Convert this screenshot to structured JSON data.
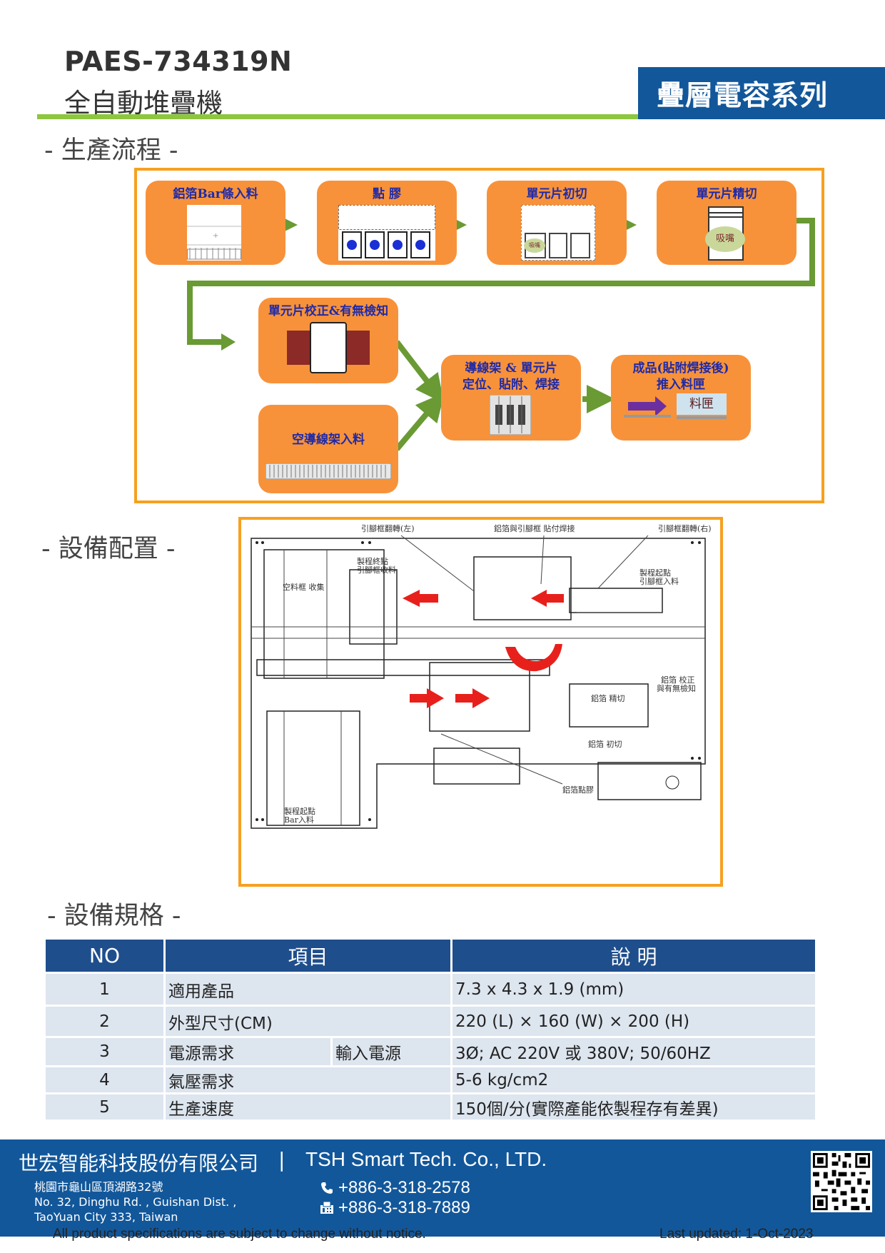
{
  "header": {
    "model": "PAES-734319N",
    "name": "全自動堆疊機",
    "series": "疊層電容系列"
  },
  "sections": {
    "flow": "- 生產流程 -",
    "layout": "- 設備配置 -",
    "specs": "- 設備規格 -"
  },
  "flow": {
    "steps": [
      "鋁箔Bar條入料",
      "點 膠",
      "單元片初切",
      "單元片精切",
      "單元片校正&有無檢知",
      "空導線架入料",
      "導線架 & 單元片",
      "定位、貼附、焊接",
      "成品(貼附焊接後)",
      "推入料匣"
    ],
    "small_labels": {
      "suction_1": "吸嘴",
      "suction_2": "吸嘴",
      "magazine": "料匣"
    }
  },
  "layout": {
    "labels": [
      "引腳框翻轉(左)",
      "鋁箔與引腳框 貼付焊接",
      "引腳框翻轉(右)",
      "製程終點",
      "引腳框收料",
      "空料框 收集",
      "製程起點",
      "引腳框入料",
      "鋁箔 校正",
      "與有無檢知",
      "鋁箔 精切",
      "鋁箔 初切",
      "鋁箔點膠",
      "製程起點",
      "Bar入料"
    ]
  },
  "spec_table": {
    "headers": [
      "NO",
      "項目",
      "說 明"
    ],
    "rows": [
      {
        "no": "1",
        "item": "適用產品",
        "sub": "",
        "desc": " 7.3 x 4.3 x 1.9 (mm)"
      },
      {
        "no": "2",
        "item": "外型尺寸(CM)",
        "sub": "",
        "desc": "220 (L) × 160 (W) × 200 (H)"
      },
      {
        "no": "3",
        "item": "電源需求",
        "sub": "輸入電源",
        "desc": "3Ø;  AC 220V 或 380V;  50/60HZ"
      },
      {
        "no": "4",
        "item": "氣壓需求",
        "sub": "",
        "desc": "5-6 kg/cm2"
      },
      {
        "no": "5",
        "item": "生產速度",
        "sub": "",
        "desc": "150個/分(實際產能依製程存有差異)"
      }
    ]
  },
  "footer": {
    "company_zh": "世宏智能科技股份有限公司",
    "separator": "|",
    "company_en": "TSH Smart Tech. Co., LTD.",
    "address": [
      "桃園市龜山區頂湖路32號",
      "No. 32, Dinghu Rd. , Guishan Dist. ,",
      "TaoYuan City 333, Taiwan"
    ],
    "phone": "+886-3-318-2578",
    "fax": "+886-3-318-7889",
    "notice": "All product specifications are subject to change without notice.",
    "updated": "Last updated: 1-Oct-2023"
  },
  "colors": {
    "brand_blue": "#12579a",
    "table_header": "#1f4e8c",
    "table_row": "#dde5ef",
    "accent_green": "#8dc63f",
    "flow_orange": "#f7923a",
    "frame_orange": "#f7a020",
    "flow_arrow": "#6a9a34",
    "layout_arrow": "#e8201c"
  }
}
